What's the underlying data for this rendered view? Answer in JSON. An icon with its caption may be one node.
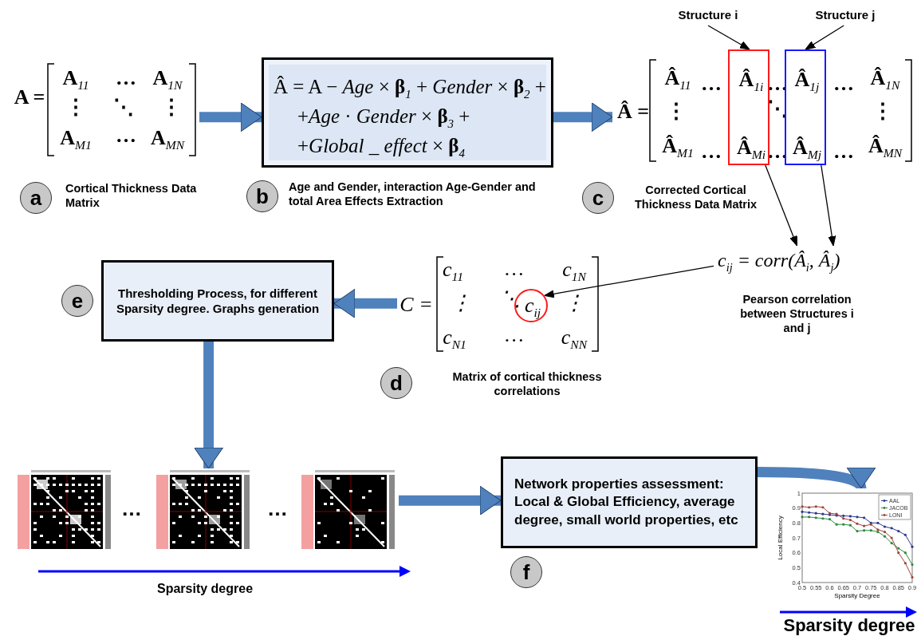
{
  "diagram": {
    "nodes": [
      {
        "text": [
          "Structure i"
        ]
      },
      {
        "text": [
          "Structure j"
        ]
      },
      {
        "text": [
          "A =",
          "A$_{11}$",
          "…",
          "A$_{1N}$",
          "⋮",
          "⋱",
          "⋮",
          "A$_{M1}$",
          "…",
          "A$_{MN}$"
        ]
      },
      {
        "text": [
          "Â = A − *Age* × **β**$_{1}$ + *Gender* × **β**$_{2}$ +",
          "+*Age* · *Gender* × **β**$_{3}$ +",
          "+*Global _ effect* × **β**$_{4}$"
        ]
      },
      {
        "text": [
          "Â =",
          "Â$_{11}$",
          "…",
          "…",
          "…",
          "Â$_{1N}$",
          "⋮",
          "⋱",
          "⋮",
          "Â$_{M1}$",
          "…",
          "…",
          "…",
          "Â$_{MN}$"
        ]
      },
      {
        "text": [
          "Â$_{1i}$",
          "Â$_{Mi}$"
        ],
        "in": 4
      },
      {
        "text": [
          "Â$_{1j}$",
          "Â$_{Mj}$"
        ],
        "in": 4
      },
      {
        "text": [
          "a"
        ],
        "beside": [
          "Cortical Thickness Data Matrix"
        ]
      },
      {
        "text": [
          "b"
        ],
        "beside": [
          "Age and Gender, interaction Age-Gender and total Area Effects Extraction"
        ]
      },
      {
        "text": [
          "c"
        ],
        "beside": [
          "Corrected Cortical Thickness Data Matrix"
        ]
      },
      {
        "text": [
          "c$_{ij}$ = corr(Â$_{i}$, Â$_{j}$)"
        ],
        "beside": [
          "Pearson correlation between Structures i and j"
        ]
      },
      {
        "text": [
          "e"
        ]
      },
      {
        "text": [
          "Thresholding Process, for different Sparsity degree. Graphs generation"
        ]
      },
      {
        "text": [
          "C =",
          "c$_{11}$",
          "…",
          "c$_{1N}$",
          "⋮",
          "⋱",
          "⋮",
          "c$_{N1}$",
          "…",
          "c$_{NN}$"
        ]
      },
      {
        "text": [
          "c$_{ij}$"
        ],
        "in": 13
      },
      {
        "text": [
          "d"
        ],
        "beside": [
          "Matrix of cortical thickness correlations"
        ]
      },
      {
        "text": [],
        "shape": "picture"
      },
      {
        "text": [],
        "shape": "picture"
      },
      {
        "text": [],
        "shape": "picture"
      },
      {
        "text": [
          "Network properties assessment: Local & Global Efficiency, average degree, small world properties, etc"
        ]
      },
      {
        "text": [
          "f"
        ]
      },
      {
        "text": [],
        "shape": "chart"
      }
    ],
    "edges": [
      {
        "from": 0,
        "to": 5,
        "arrow": "to",
        "color": "#000000"
      },
      {
        "from": 1,
        "to": 6,
        "arrow": "to",
        "color": "#000000"
      },
      {
        "from": 5,
        "to": 10,
        "arrow": "to",
        "color": "#000000"
      },
      {
        "from": 6,
        "to": 10,
        "arrow": "to",
        "color": "#000000"
      },
      {
        "from": 10,
        "to": 14,
        "arrow": "to",
        "color": "#000000"
      },
      {
        "from": 2,
        "to": 3,
        "arrow": "to"
      },
      {
        "from": 3,
        "to": 4,
        "arrow": "to"
      },
      {
        "from": 13,
        "to": 12,
        "arrow": "to"
      },
      {
        "from": 12,
        "to": 17,
        "arrow": "to"
      },
      {
        "from": 18,
        "to": 19,
        "arrow": "to"
      },
      {
        "from": 19,
        "to": 21,
        "arrow": "to"
      }
    ],
    "labels": [
      "…",
      "…",
      "Sparsity degree",
      "Sparsity degree"
    ],
    "chart_data": {
      "type": "line",
      "xlabel": "Sparsity Degree",
      "ylabel": "Local Efficiency",
      "x": [
        0.5,
        0.525,
        0.55,
        0.575,
        0.6,
        0.625,
        0.65,
        0.675,
        0.7,
        0.725,
        0.75,
        0.775,
        0.8,
        0.825,
        0.85,
        0.875,
        0.9
      ],
      "series": [
        {
          "name": "AAL",
          "color": "#2b3a8f",
          "values": [
            0.875,
            0.87,
            0.865,
            0.86,
            0.855,
            0.85,
            0.848,
            0.845,
            0.84,
            0.835,
            0.8,
            0.8,
            0.775,
            0.765,
            0.745,
            0.72,
            0.64
          ]
        },
        {
          "name": "JACOB",
          "color": "#2e8b3e",
          "values": [
            0.84,
            0.84,
            0.835,
            0.83,
            0.825,
            0.79,
            0.79,
            0.785,
            0.745,
            0.75,
            0.75,
            0.74,
            0.71,
            0.665,
            0.63,
            0.6,
            0.52
          ]
        },
        {
          "name": "LONI",
          "color": "#a0443c",
          "values": [
            0.91,
            0.905,
            0.91,
            0.905,
            0.865,
            0.86,
            0.83,
            0.82,
            0.795,
            0.78,
            0.79,
            0.755,
            0.74,
            0.7,
            0.6,
            0.53,
            0.435
          ]
        }
      ],
      "xlim": [
        0.5,
        0.9
      ],
      "ylim": [
        0.4,
        1
      ],
      "xticks": [
        0.5,
        0.55,
        0.6,
        0.65,
        0.7,
        0.75,
        0.8,
        0.85,
        0.9
      ],
      "yticks": [
        0.4,
        0.5,
        0.6,
        0.7,
        0.8,
        0.9,
        1
      ],
      "legend": "upper right"
    }
  }
}
